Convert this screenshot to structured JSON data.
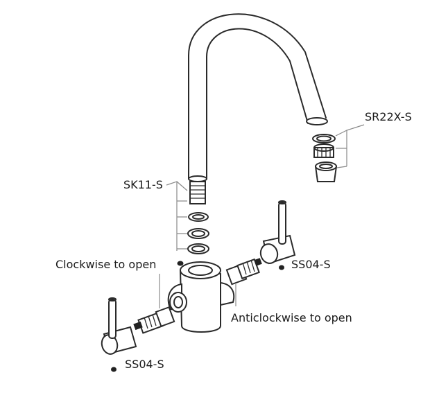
{
  "labels": {
    "sr22x": "SR22X-S",
    "sk11": "SK11-S",
    "ss04_right": "SS04-S",
    "ss04_left": "SS04-S",
    "clockwise": "Clockwise to open",
    "anticlockwise": "Anticlockwise to open"
  },
  "colors": {
    "line": "#2a2a2a",
    "leader": "#8a8a8a",
    "background": "#ffffff"
  }
}
